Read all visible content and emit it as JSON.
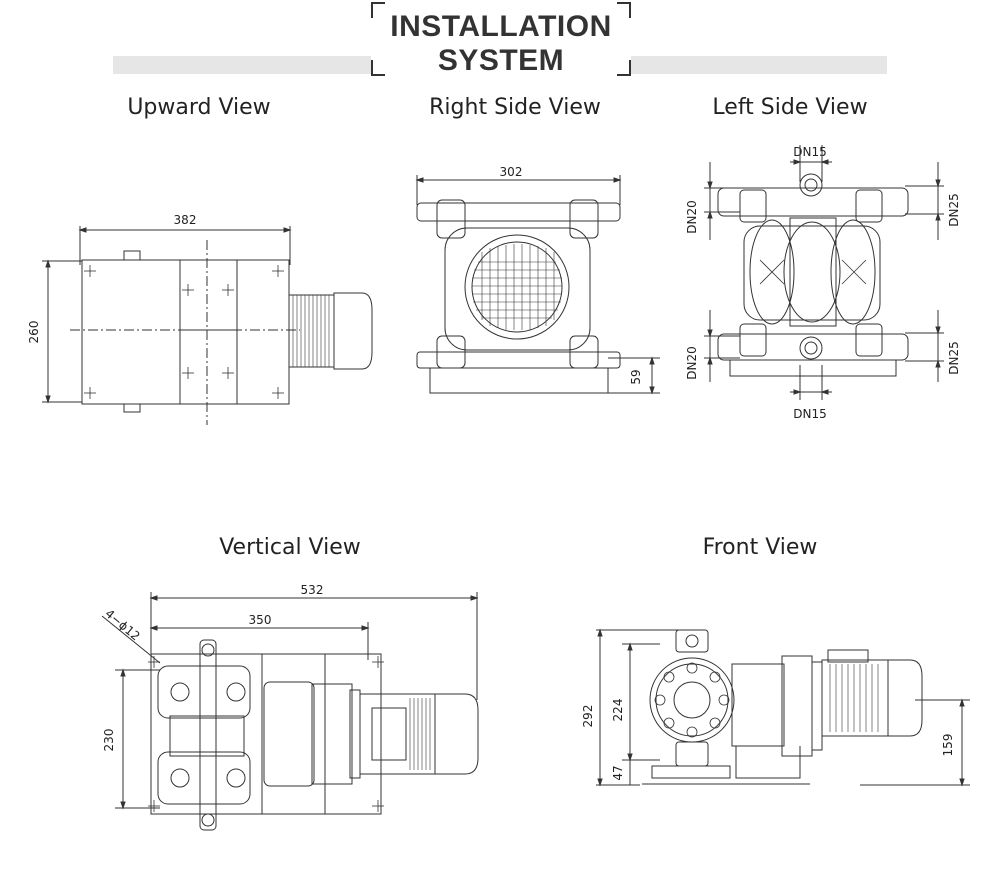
{
  "header": {
    "line1": "INSTALLATION",
    "line2": "SYSTEM"
  },
  "views": {
    "upward": "Upward View",
    "right_side": "Right Side View",
    "left_side": "Left Side View",
    "vertical": "Vertical View",
    "front": "Front View"
  },
  "dimensions": {
    "upward_width": "382",
    "upward_height": "260",
    "right_width": "302",
    "right_base": "59",
    "left_top_port": "DN15",
    "left_bottom_port": "DN15",
    "left_inlet_top": "DN20",
    "left_inlet_bottom": "DN20",
    "left_outlet_top": "DN25",
    "left_outlet_bottom": "DN25",
    "vertical_total": "532",
    "vertical_pump": "350",
    "vertical_holes": "4−ϕ12",
    "vertical_height": "230",
    "front_total": "292",
    "front_pump": "224",
    "front_base": "47",
    "front_motor": "159"
  }
}
